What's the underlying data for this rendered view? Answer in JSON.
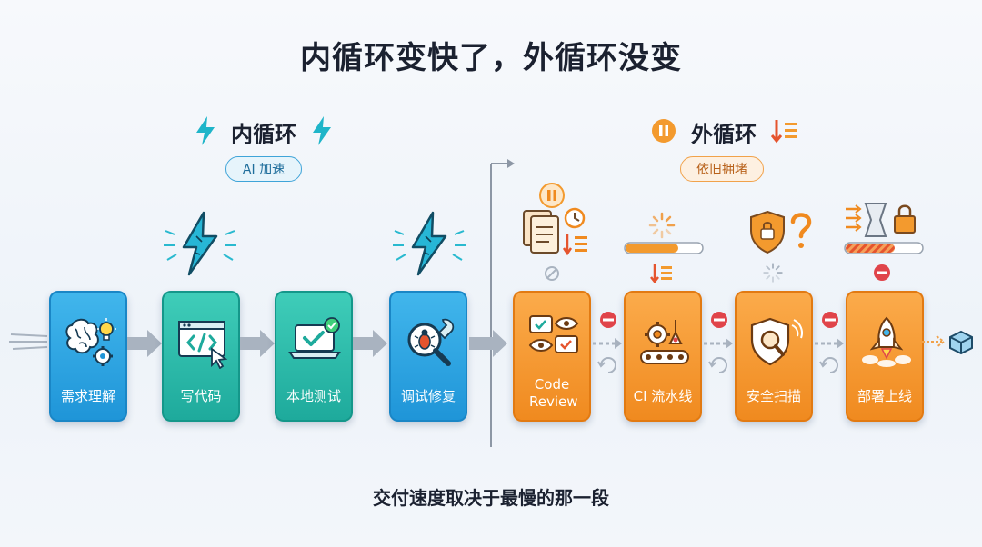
{
  "title": "内循环变快了，外循环没变",
  "inner_loop": {
    "title": "内循环",
    "badge": "AI 加速",
    "steps": [
      {
        "label": "需求理解",
        "icon": "brain-idea-icon"
      },
      {
        "label": "写代码",
        "icon": "code-window-icon"
      },
      {
        "label": "本地测试",
        "icon": "laptop-check-icon"
      },
      {
        "label": "调试修复",
        "icon": "bug-wrench-icon"
      }
    ]
  },
  "outer_loop": {
    "title": "外循环",
    "badge": "依旧拥堵",
    "steps": [
      {
        "label": "Code Review",
        "icon": "review-chat-icon"
      },
      {
        "label": "CI 流水线",
        "icon": "gear-pipeline-icon"
      },
      {
        "label": "安全扫描",
        "icon": "shield-scan-icon"
      },
      {
        "label": "部署上线",
        "icon": "rocket-icon"
      }
    ]
  },
  "footer": "交付速度取决于最慢的那一段",
  "colors": {
    "inner_blue": "#2aa4e2",
    "inner_teal": "#25b9a8",
    "outer_orange": "#f39a2e",
    "stop_red": "#e0444a",
    "arrow_gray": "#a9b3c0"
  }
}
